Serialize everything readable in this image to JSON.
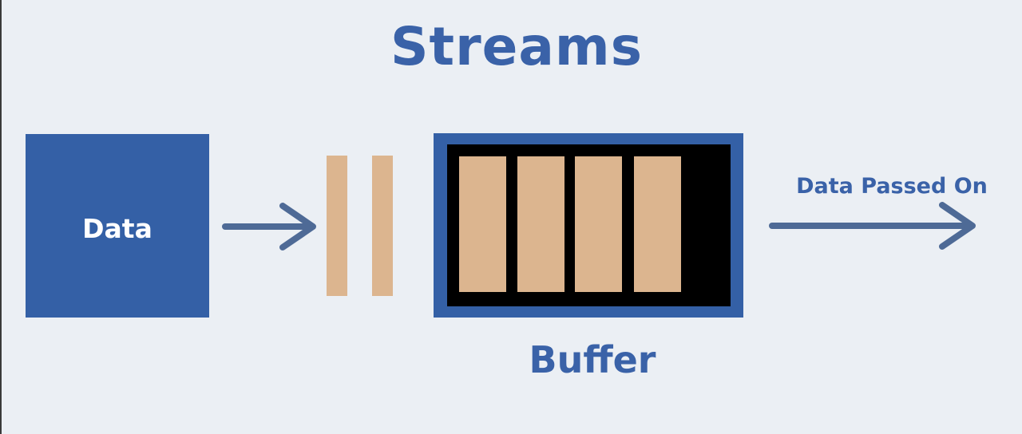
{
  "diagram": {
    "title": "Streams",
    "source_label": "Data",
    "buffer_label": "Buffer",
    "output_label": "Data Passed On",
    "buffer_chunk_count": 4,
    "incoming_packet_count": 2
  },
  "colors": {
    "background": "#ebeff4",
    "primary_blue": "#3460a6",
    "text_blue": "#3a62a8",
    "chunk_tan": "#dcb58f",
    "arrow_gray_blue": "#4e6a96",
    "buffer_fill": "#000000"
  }
}
